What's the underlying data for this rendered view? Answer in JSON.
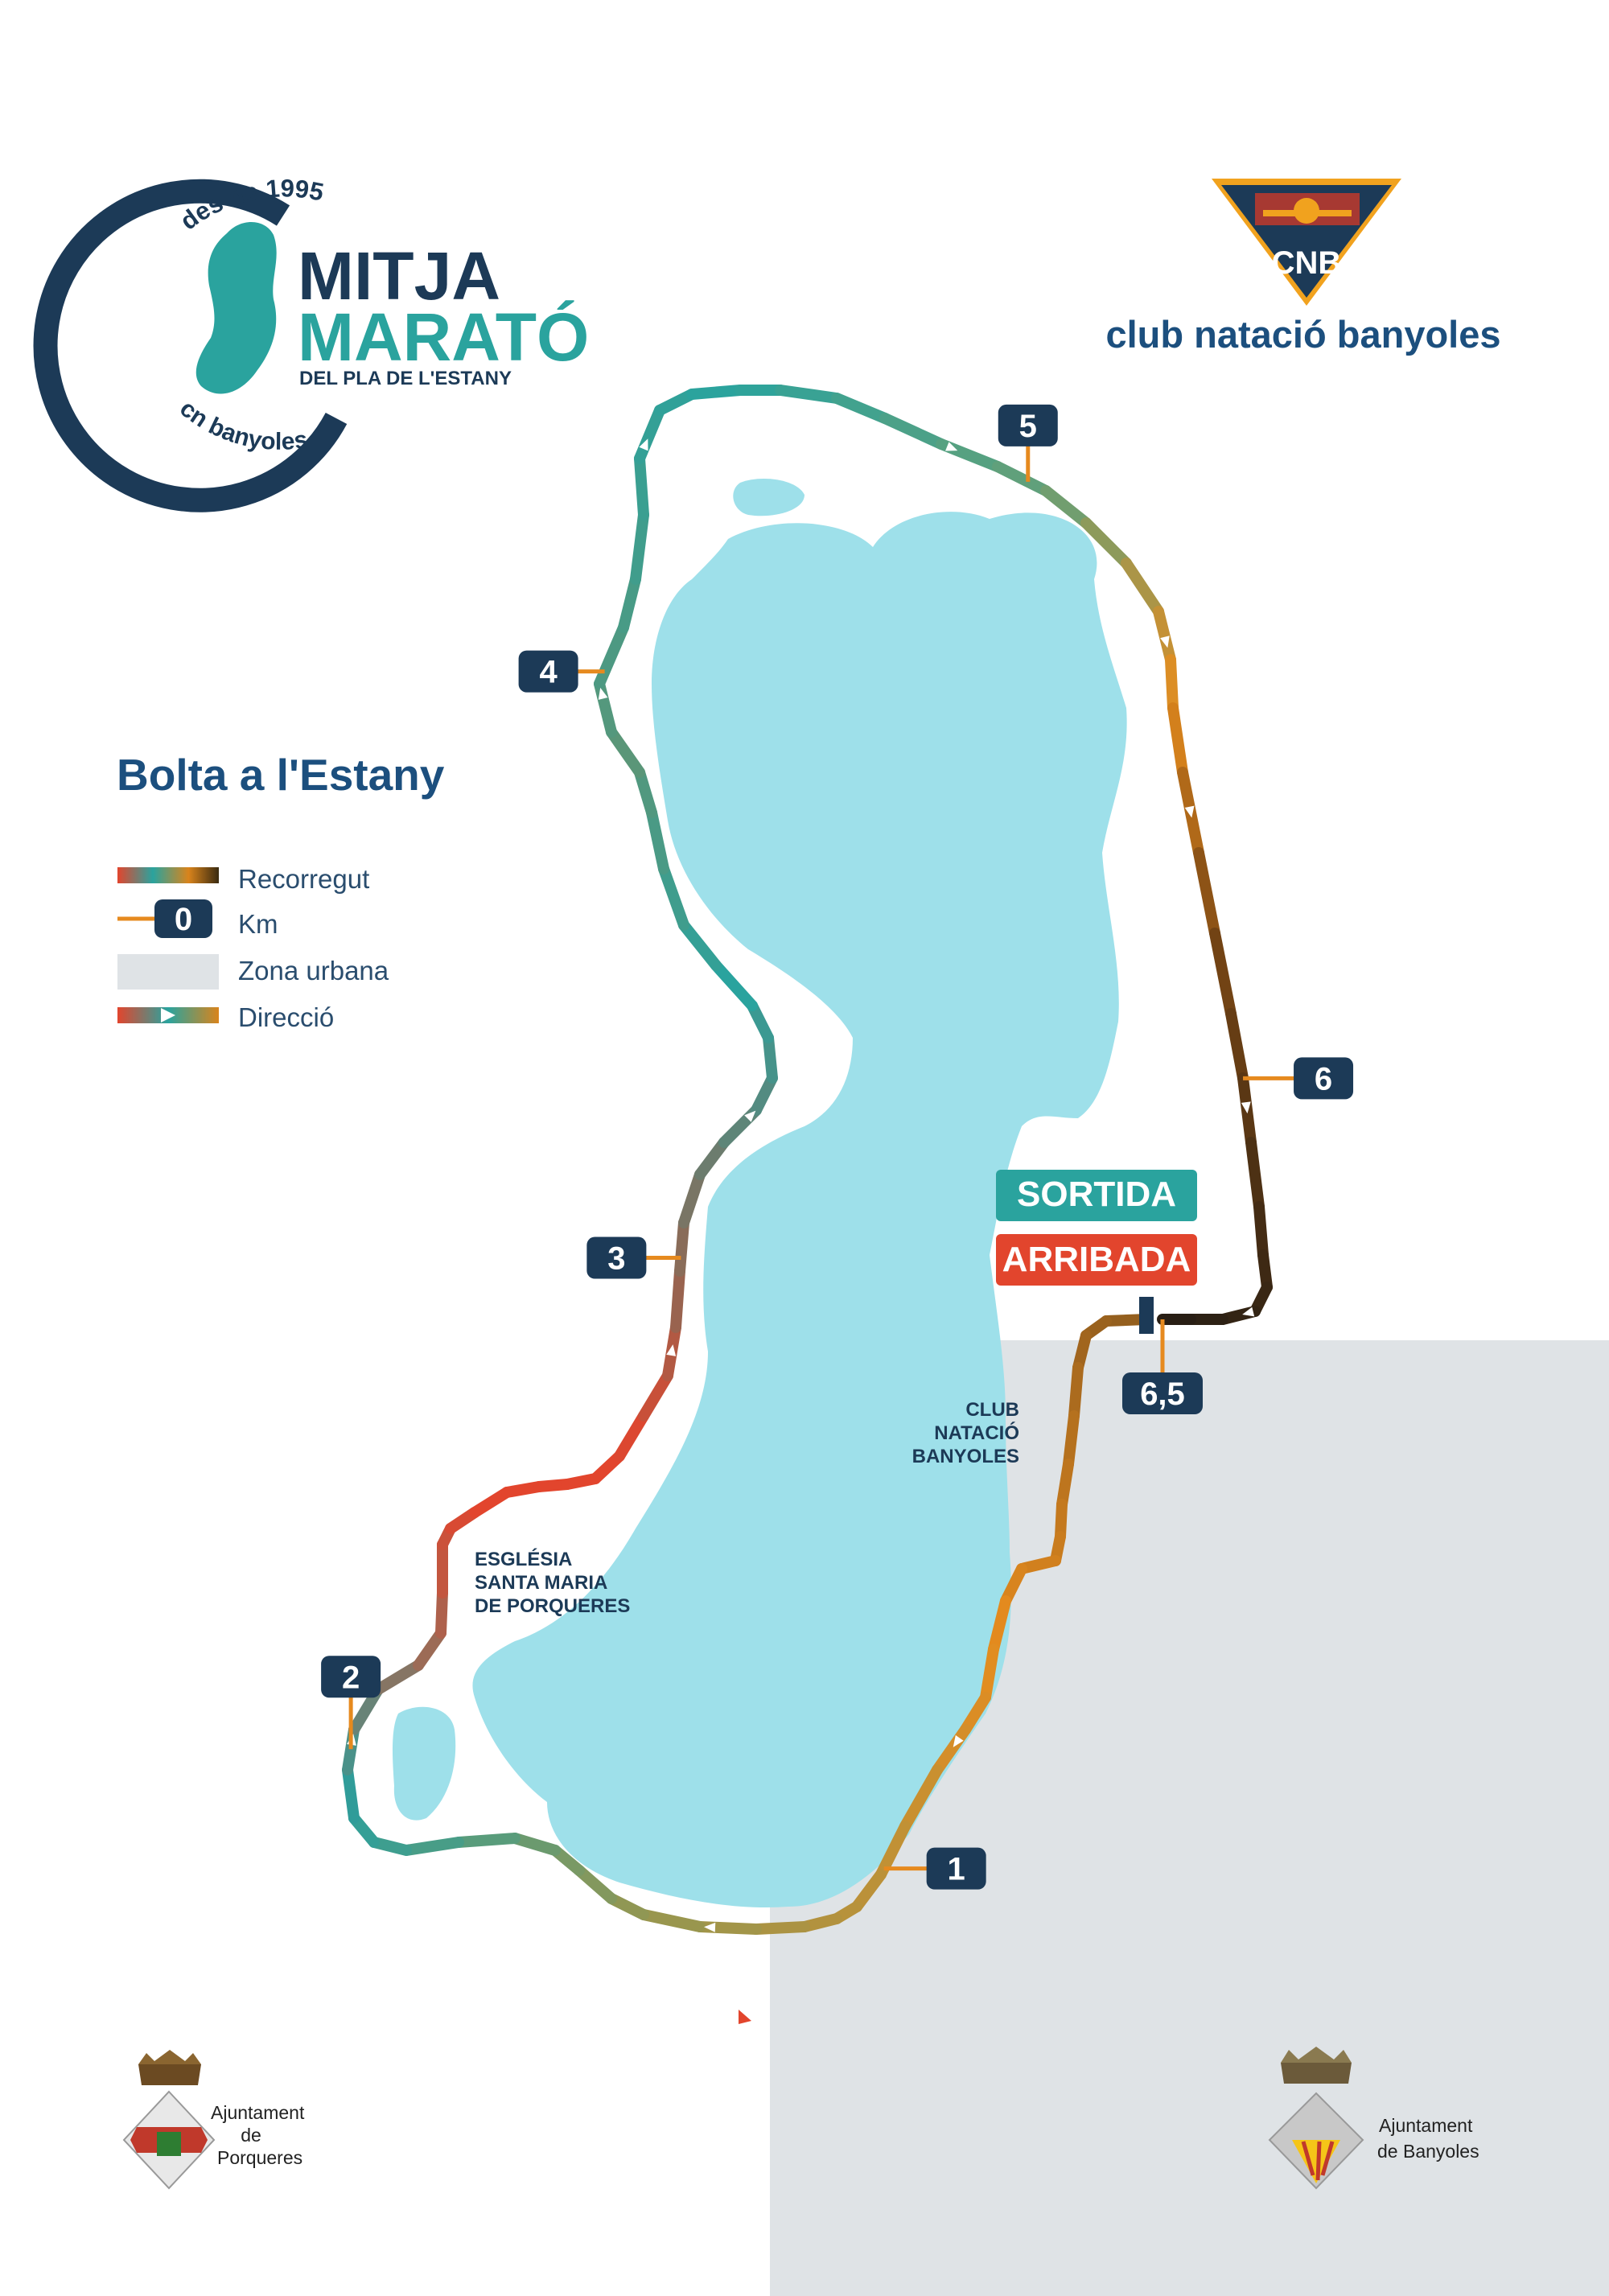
{
  "logo": {
    "arc_top": "des de 1995",
    "arc_bottom": "cn banyoles",
    "line1": "MITJA",
    "line2": "MARATÓ",
    "line3": "DEL PLA DE L'ESTANY"
  },
  "club_logo": {
    "badge": "CNB",
    "name": "club natació banyoles"
  },
  "route_name": "Bolta a l'Estany",
  "legend": {
    "route": "Recorregut",
    "km_sample": "0",
    "km": "Km",
    "urban": "Zona urbana",
    "direction": "Direcció"
  },
  "start_label": "SORTIDA",
  "finish_label": "ARRIBADA",
  "km_markers": [
    {
      "label": "1",
      "at": 1.0
    },
    {
      "label": "2",
      "at": 2.0
    },
    {
      "label": "3",
      "at": 3.0
    },
    {
      "label": "4",
      "at": 4.0
    },
    {
      "label": "5",
      "at": 5.0
    },
    {
      "label": "6",
      "at": 6.0
    },
    {
      "label": "6,5",
      "at": 6.5
    }
  ],
  "places": {
    "club": [
      "CLUB",
      "NATACIÓ",
      "BANYOLES"
    ],
    "church": [
      "ESGLÉSIA",
      "SANTA MARIA",
      "DE PORQUERES"
    ]
  },
  "coats": {
    "porqueres": [
      "Ajuntament",
      "de",
      "Porqueres"
    ],
    "banyoles": [
      "Ajuntament",
      "de Banyoles"
    ]
  },
  "colors": {
    "navy": "#1c3a57",
    "teal": "#2aa39e",
    "red": "#e2452d",
    "orange": "#e68a1f",
    "lake": "#9ee0ea",
    "urban": "#dfe3e6"
  }
}
